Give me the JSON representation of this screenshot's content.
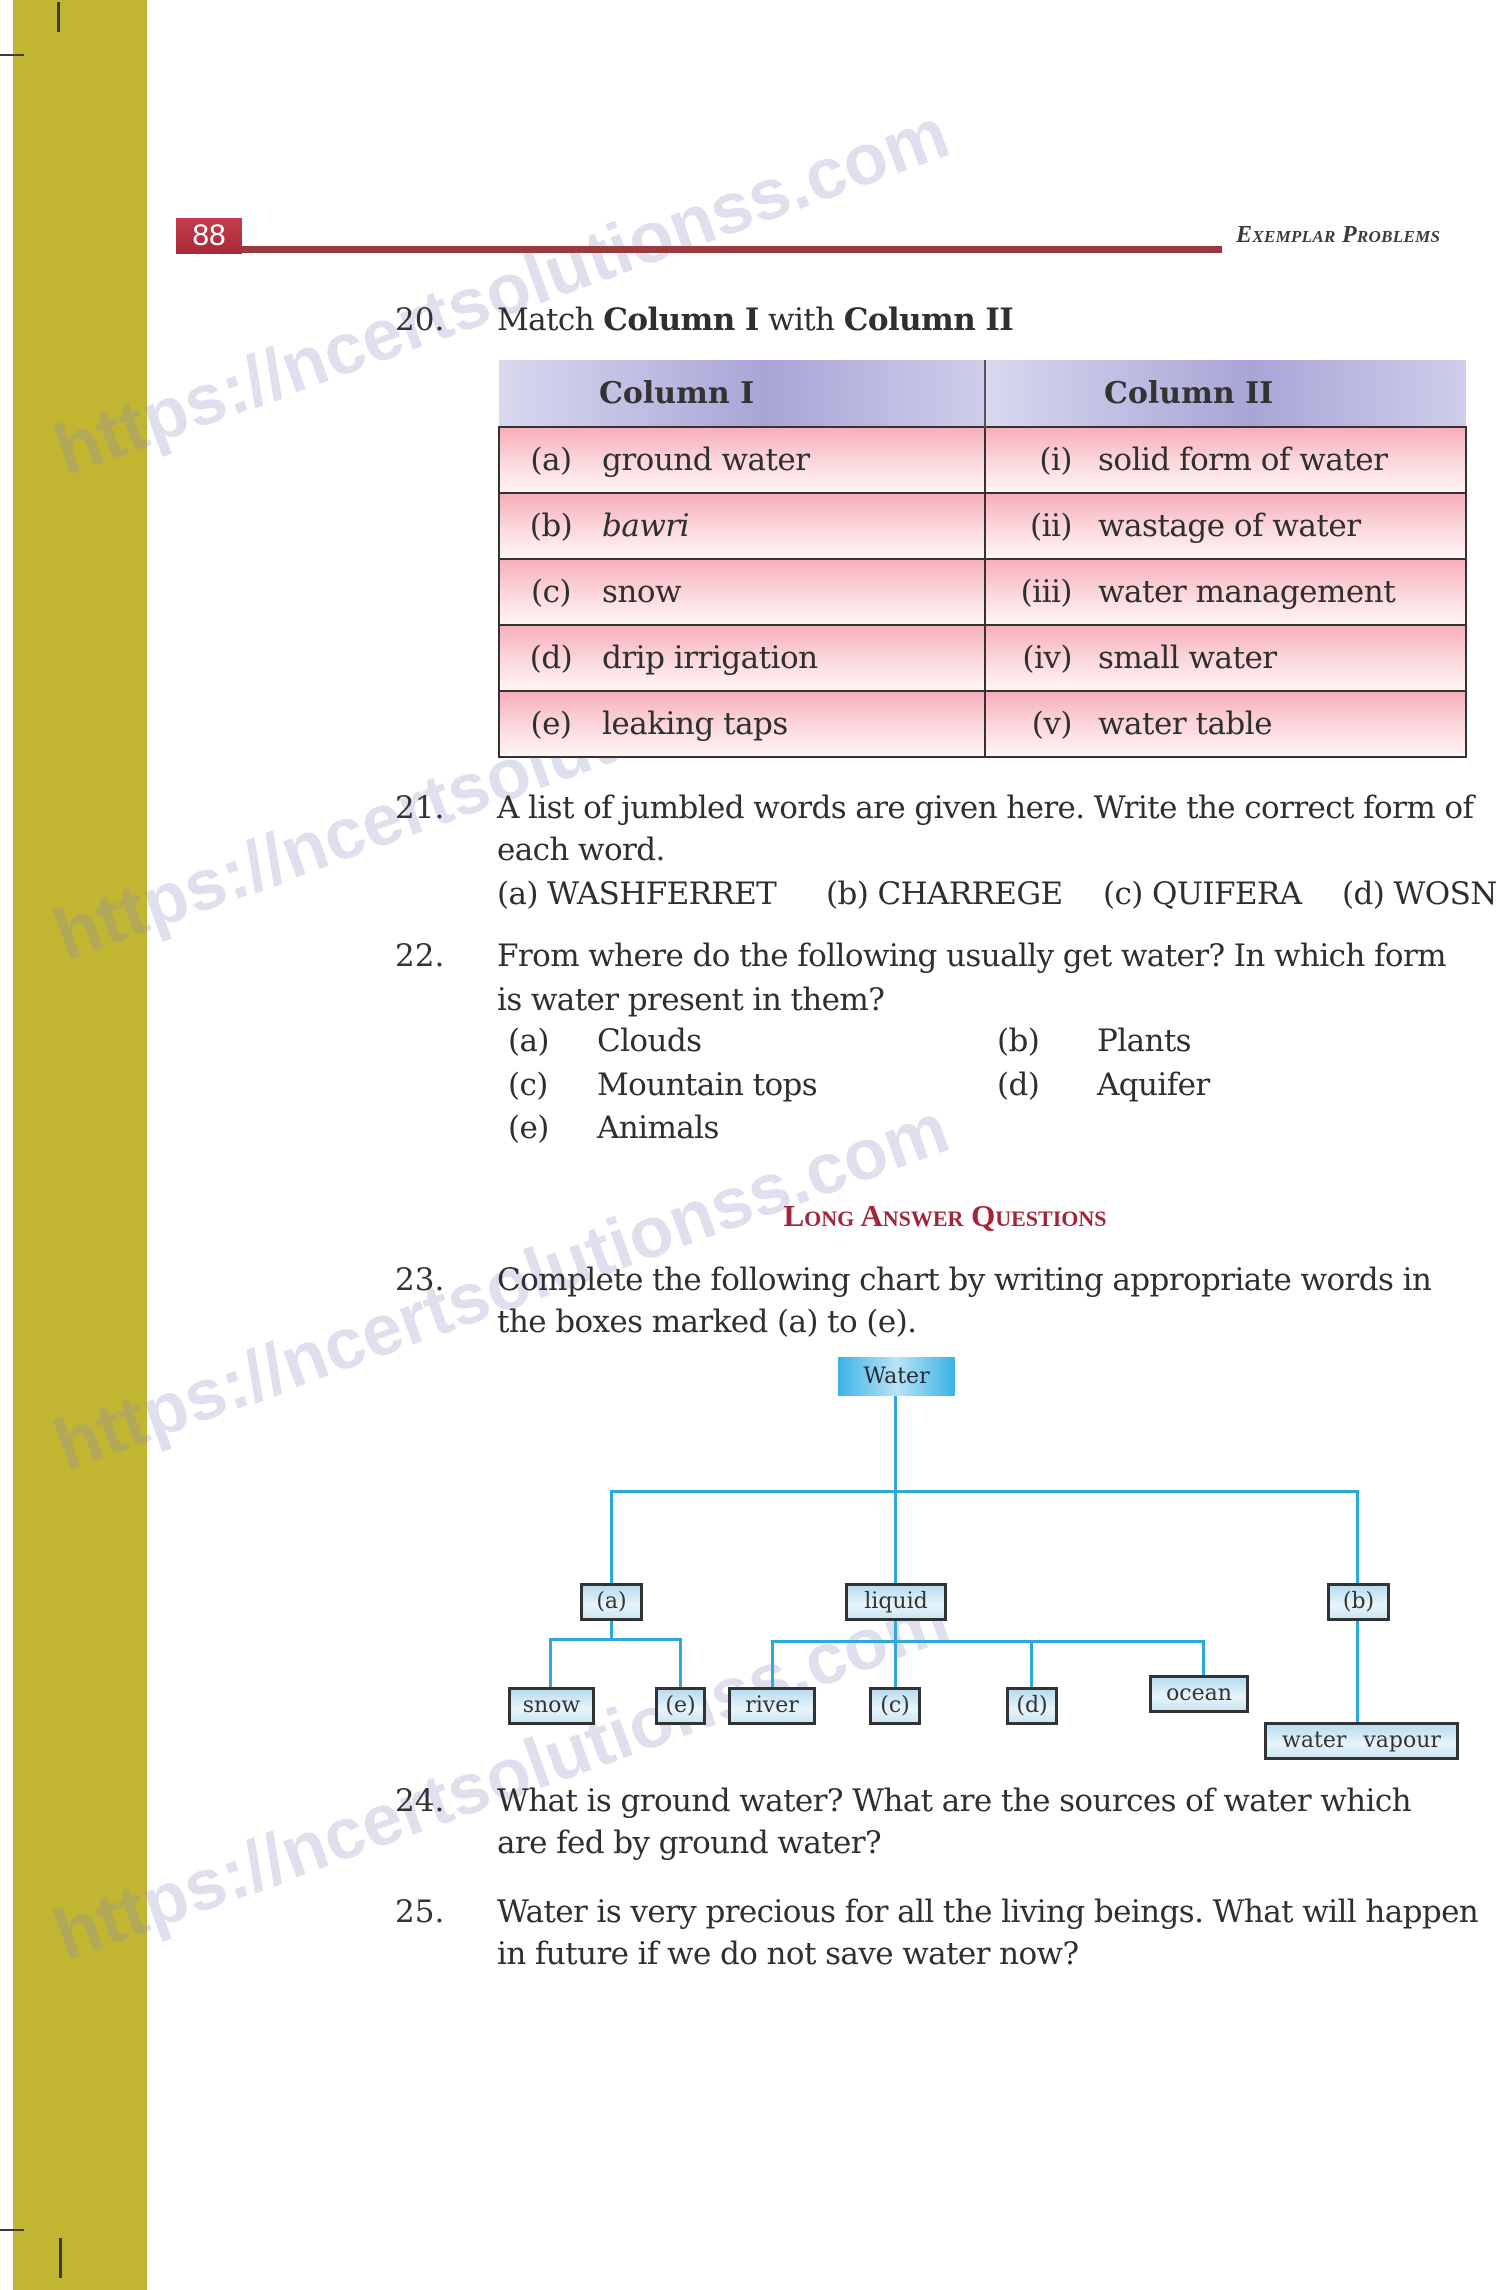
{
  "header": {
    "page_number": "88",
    "running_head": "Exemplar Problems",
    "accent_color": "#a82a3b",
    "band_color": "#c1b531"
  },
  "watermark": "https://ncertsolutionss.com",
  "q20": {
    "number": "20.",
    "text_prefix": "Match ",
    "col1_bold": "Column I",
    "text_mid": " with ",
    "col2_bold": "Column II",
    "table": {
      "headers": [
        "Column I",
        "Column II"
      ],
      "rows": [
        {
          "l1": "(a)",
          "c1": "ground water",
          "l2": "(i)",
          "c2": "solid form of water"
        },
        {
          "l1": "(b)",
          "c1": "bawri",
          "l2": "(ii)",
          "c2": "wastage of water"
        },
        {
          "l1": "(c)",
          "c1": "snow",
          "l2": "(iii)",
          "c2": "water management"
        },
        {
          "l1": "(d)",
          "c1": "drip irrigation",
          "l2": "(iv)",
          "c2": "small water"
        },
        {
          "l1": "(e)",
          "c1": "leaking taps",
          "l2": "(v)",
          "c2": "water table"
        }
      ]
    }
  },
  "q21": {
    "number": "21.",
    "line1": "A list of jumbled words are given here. Write the correct form of",
    "line2": "each word.",
    "options": [
      "(a) WASHFERRET",
      "(b) CHARREGE",
      "(c) QUIFERA",
      "(d) WOSN"
    ]
  },
  "q22": {
    "number": "22.",
    "line1": "From where do the following usually get water? In which form",
    "line2": "is water present in them?",
    "options": [
      {
        "label": "(a)",
        "text": "Clouds"
      },
      {
        "label": "(b)",
        "text": "Plants"
      },
      {
        "label": "(c)",
        "text": "Mountain tops"
      },
      {
        "label": "(d)",
        "text": "Aquifer"
      },
      {
        "label": "(e)",
        "text": "Animals"
      }
    ]
  },
  "section": {
    "title": "Long Answer Questions"
  },
  "q23": {
    "number": "23.",
    "line1": "Complete the following chart by writing appropriate words in",
    "line2": "the boxes marked (a) to (e).",
    "diagram": {
      "root": "Water",
      "level1": [
        "(a)",
        "liquid",
        "(b)"
      ],
      "a_children": [
        "snow",
        "(e)"
      ],
      "liquid_children": [
        "river",
        "(c)",
        "(d)",
        "ocean"
      ],
      "b_children": [
        "water vapour"
      ]
    }
  },
  "q24": {
    "number": "24.",
    "line1": "What is ground water? What are the sources of water which",
    "line2": "are fed by ground water?"
  },
  "q25": {
    "number": "25.",
    "line1": "Water is very precious for all the living beings. What will happen",
    "line2": "in future if we do not save water now?"
  }
}
